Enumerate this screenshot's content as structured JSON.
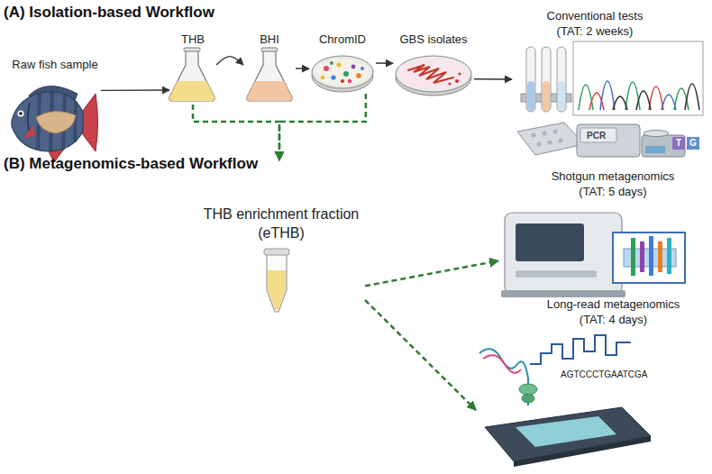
{
  "diagram": {
    "nodes": [
      {
        "text": [
          "Raw fish sample"
        ]
      },
      {
        "text": [
          "THB"
        ]
      },
      {
        "text": [
          "BHI"
        ]
      },
      {
        "text": [
          "ChromID"
        ]
      },
      {
        "text": [
          "GBS isolates"
        ]
      },
      {
        "text": [
          "Conventional tests (TAT: 2 weeks)"
        ]
      },
      {
        "text": [
          "THB enrichment fraction (eTHB)"
        ]
      },
      {
        "text": [
          "Shotgun metagenomics (TAT: 5 days)"
        ]
      },
      {
        "text": [
          "Long-read metagenomics (TAT: 4 days)"
        ]
      }
    ],
    "edges": [
      {
        "from": 0,
        "to": 1,
        "arrow": "to"
      },
      {
        "from": 1,
        "to": 2,
        "arrow": "to"
      },
      {
        "from": 2,
        "to": 3,
        "arrow": "to"
      },
      {
        "from": 3,
        "to": 4,
        "arrow": "to"
      },
      {
        "from": 4,
        "to": 5,
        "arrow": "to"
      },
      {
        "from": 1,
        "to": 6,
        "arrow": "to"
      },
      {
        "from": 3,
        "to": 6,
        "arrow": "to"
      },
      {
        "from": 6,
        "to": 7,
        "arrow": "to"
      },
      {
        "from": 6,
        "to": 8,
        "arrow": "to"
      }
    ],
    "labels": [
      "(A) Isolation-based Workflow",
      "(B) Metagenomics-based Workflow",
      "PCR",
      "T",
      "G",
      "AGTCCCTGAATCGA"
    ]
  }
}
